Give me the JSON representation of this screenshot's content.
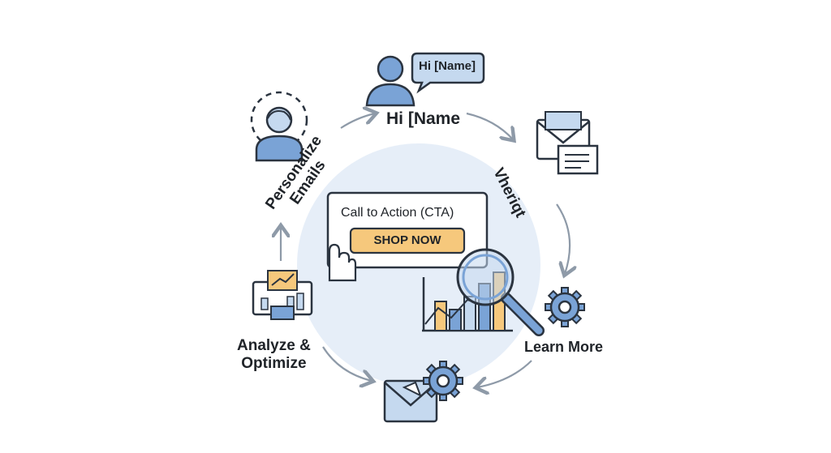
{
  "diagram": {
    "bubble_text": "Hi [Name]",
    "top_label": "Hi [Name",
    "left_label": "Personalize\nEmails",
    "right_label": "Vheriqt",
    "bottom_right_label": "Learn More",
    "bottom_left_label": "Analyze &\nOptimize",
    "cta_title": "Call to Action (CTA)",
    "cta_button": "SHOP NOW"
  },
  "colors": {
    "accent_blue": "#7aa3d6",
    "pale_blue": "#c5d9ef",
    "cta_orange": "#f6c87c",
    "arrow_gray": "#8e9aa8",
    "outline": "#2b3440"
  },
  "icons": [
    "speech-bubble-icon",
    "person-icon",
    "profile-icon",
    "envelopes-icon",
    "gear-icon",
    "magnifier-icon",
    "bar-chart-icon",
    "hand-pointer-icon",
    "analytics-window-icon",
    "mail-gear-icon"
  ]
}
